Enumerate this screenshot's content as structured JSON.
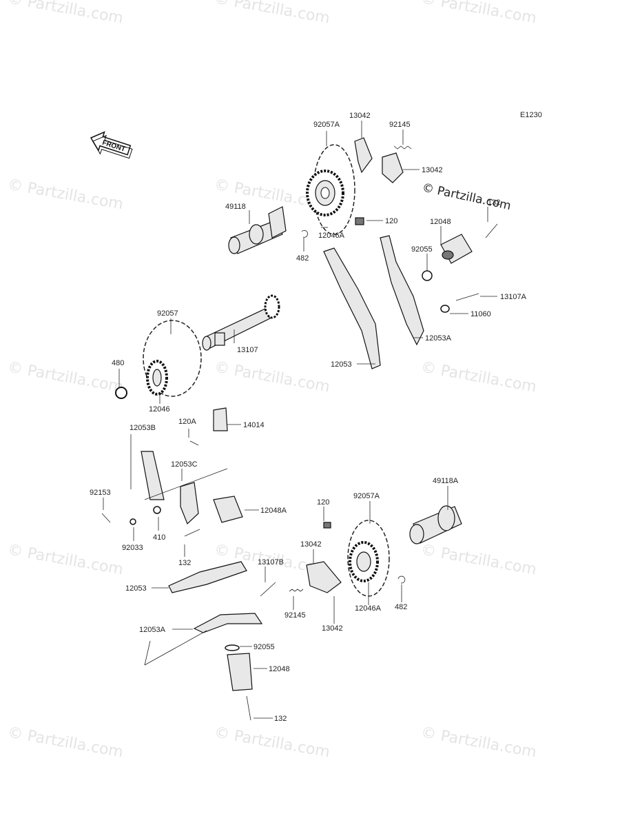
{
  "diagram_code": "E1230",
  "front_marker": "FRONT",
  "copyright_text": "© Partzilla.com",
  "watermark_text": "© Partzilla.com",
  "labels": {
    "p92057A_top": "92057A",
    "p13042_top_a": "13042",
    "p92145_top": "92145",
    "p13042_top_b": "13042",
    "p49118": "49118",
    "p120_top": "120",
    "p12046A_top": "12046A",
    "p482_top": "482",
    "p12048_top": "12048",
    "p132_top": "132",
    "p92055_top": "92055",
    "p13107A": "13107A",
    "p11060": "11060",
    "p12053A_top": "12053A",
    "p12053_top": "12053",
    "p92057": "92057",
    "p13107": "13107",
    "p480": "480",
    "p12046": "12046",
    "p120A": "120A",
    "p14014": "14014",
    "p12053B": "12053B",
    "p12053C": "12053C",
    "p92153": "92153",
    "p92033": "92033",
    "p410": "410",
    "p12048A": "12048A",
    "p132_mid": "132",
    "p49118A": "49118A",
    "p120_bot": "120",
    "p92057A_bot": "92057A",
    "p13042_bot_a": "13042",
    "p13107B": "13107B",
    "p12053_bot": "12053",
    "p92145_bot": "92145",
    "p13042_bot_b": "13042",
    "p12046A_bot": "12046A",
    "p482_bot": "482",
    "p12053A_bot": "12053A",
    "p92055_bot": "92055",
    "p12048_bot": "12048",
    "p132_bot": "132"
  }
}
